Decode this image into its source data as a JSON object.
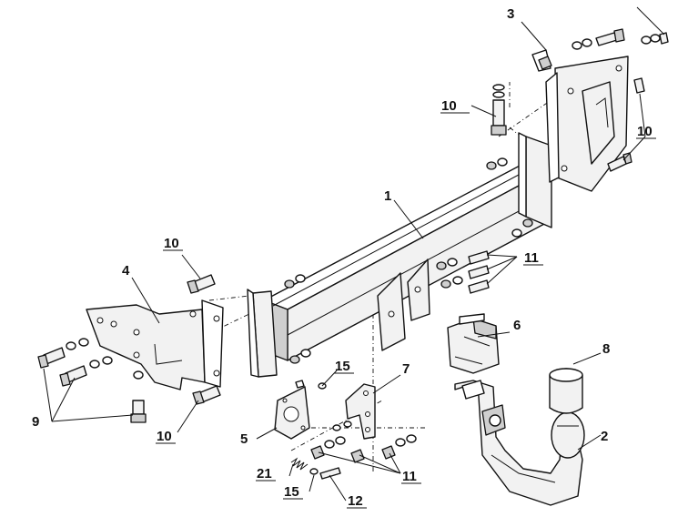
{
  "labels": {
    "l1": "1",
    "l2": "2",
    "l3": "3",
    "l4": "4",
    "l5": "5",
    "l6": "6",
    "l7": "7",
    "l8": "8",
    "l9": "9",
    "l10a": "10",
    "l10b": "10",
    "l10c": "10",
    "l10d": "10",
    "l11a": "11",
    "l11b": "11",
    "l12": "12",
    "l15a": "15",
    "l15b": "15",
    "l21": "21"
  }
}
